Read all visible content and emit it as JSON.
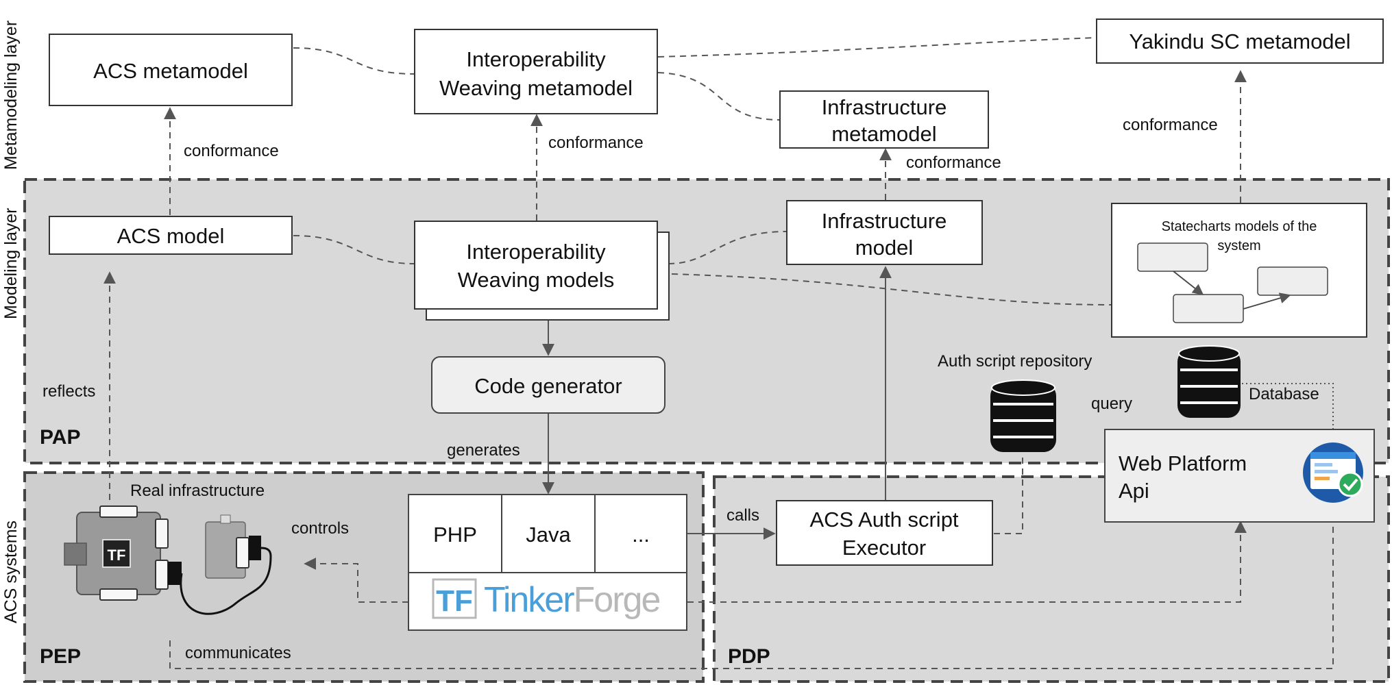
{
  "layers": {
    "metamodeling": "Metamodeling layer",
    "modeling": "Modeling layer",
    "acs_systems": "ACS systems"
  },
  "regions": {
    "pap": "PAP",
    "pep": "PEP",
    "pdp": "PDP"
  },
  "nodes": {
    "acs_metamodel": "ACS metamodel",
    "interop_metamodel_line1": "Interoperability",
    "interop_metamodel_line2": "Weaving metamodel",
    "yakindu_metamodel": "Yakindu SC metamodel",
    "infra_metamodel_line1": "Infrastructure",
    "infra_metamodel_line2": "metamodel",
    "acs_model": "ACS model",
    "interop_models_line1": "Interoperability",
    "interop_models_line2": "Weaving models",
    "infra_model_line1": "Infrastructure",
    "infra_model_line2": "model",
    "statecharts_line1": "Statecharts models of the",
    "statecharts_line2": "system",
    "code_generator": "Code generator",
    "auth_repo": "Auth script repository",
    "database": "Database",
    "web_platform_line1": "Web Platform",
    "web_platform_line2": "Api",
    "real_infrastructure": "Real infrastructure",
    "executor_line1": "ACS Auth script",
    "executor_line2": "Executor",
    "lang_php": "PHP",
    "lang_java": "Java",
    "lang_more": "...",
    "tinkerforge_tf": "TF",
    "tinkerforge_tinker": "Tinker",
    "tinkerforge_forge": "Forge",
    "tf_badge": "TF"
  },
  "edges": {
    "conformance_acs": "conformance",
    "conformance_interop": "conformance",
    "conformance_infra": "conformance",
    "conformance_yakindu": "conformance",
    "reflects": "reflects",
    "generates": "generates",
    "controls": "controls",
    "calls": "calls",
    "query": "query",
    "communicates": "communicates"
  },
  "colors": {
    "region_fill": "#d9d9d9",
    "pep_fill": "#cecece",
    "box_fill": "#ffffff",
    "code_gen_fill": "#efefef",
    "web_platform_fill": "#eeeeee",
    "tinkerforge_blue": "#4a9fd8",
    "tinkerforge_gray": "#b8b8b8",
    "check_green": "#2eaa5c"
  }
}
